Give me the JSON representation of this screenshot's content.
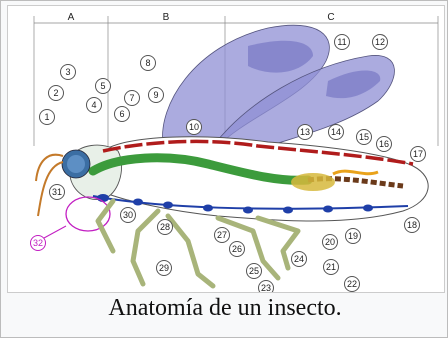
{
  "sections": [
    "A",
    "B",
    "C"
  ],
  "labels": [
    "1",
    "2",
    "3",
    "4",
    "5",
    "6",
    "7",
    "8",
    "9",
    "10",
    "11",
    "12",
    "13",
    "14",
    "15",
    "16",
    "17",
    "18",
    "19",
    "20",
    "21",
    "22",
    "23",
    "24",
    "25",
    "26",
    "27",
    "28",
    "29",
    "30",
    "31",
    "32"
  ],
  "caption": "Anatomía de un insecto.",
  "colors": {
    "wing": "#8f8fd4",
    "wing_vein": "#6e6eb8",
    "heart": "#b01c1c",
    "nerve": "#1f3fa8",
    "gut": "#3c9b3c",
    "legs": "#a8b47a",
    "eye": "#3b6ea3",
    "highlight": "#c21ec2",
    "body_outline": "#555555"
  }
}
